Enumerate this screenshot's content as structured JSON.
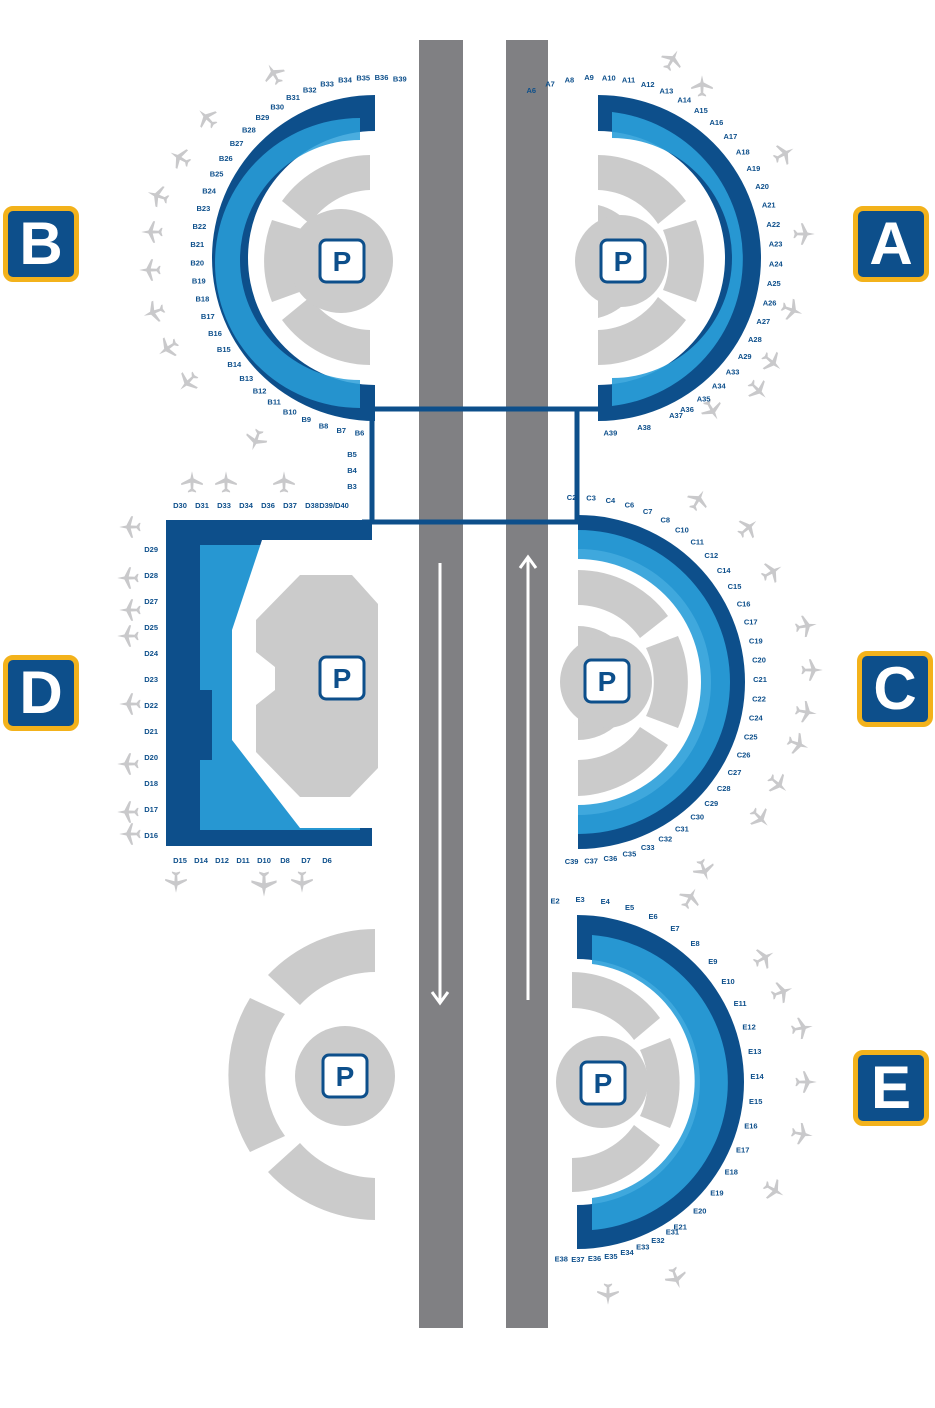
{
  "terminals": {
    "A": {
      "letter": "A",
      "color": "#0d4f8b",
      "gates": [
        "A6",
        "A7",
        "A8",
        "A9",
        "A10",
        "A11",
        "A12",
        "A13",
        "A14",
        "A15",
        "A16",
        "A17",
        "A18",
        "A19",
        "A20",
        "A21",
        "A22",
        "A23",
        "A24",
        "A25",
        "A26",
        "A27",
        "A28",
        "A29",
        "A33",
        "A34",
        "A35",
        "A36",
        "A37",
        "A38",
        "A39"
      ]
    },
    "B": {
      "letter": "B",
      "color": "#0d4f8b",
      "gates": [
        "B3",
        "B4",
        "B5",
        "B6",
        "B7",
        "B8",
        "B9",
        "B10",
        "B11",
        "B12",
        "B13",
        "B14",
        "B15",
        "B16",
        "B17",
        "B18",
        "B19",
        "B20",
        "B21",
        "B22",
        "B23",
        "B24",
        "B25",
        "B26",
        "B27",
        "B28",
        "B29",
        "B30",
        "B31",
        "B32",
        "B33",
        "B34",
        "B35",
        "B36",
        "B39"
      ]
    },
    "C": {
      "letter": "C",
      "color": "#0d4f8b",
      "gates": [
        "C2",
        "C3",
        "C4",
        "C6",
        "C7",
        "C8",
        "C10",
        "C11",
        "C12",
        "C14",
        "C15",
        "C16",
        "C17",
        "C19",
        "C20",
        "C21",
        "C22",
        "C24",
        "C25",
        "C26",
        "C27",
        "C28",
        "C29",
        "C30",
        "C31",
        "C32",
        "C33",
        "C35",
        "C36",
        "C37",
        "C39"
      ]
    },
    "D": {
      "letter": "D",
      "color": "#0d4f8b",
      "gates": [
        "D6",
        "D7",
        "D8",
        "D10",
        "D11",
        "D12",
        "D14",
        "D15",
        "D16",
        "D17",
        "D18",
        "D20",
        "D21",
        "D22",
        "D23",
        "D24",
        "D25",
        "D27",
        "D28",
        "D29",
        "D30",
        "D31",
        "D33",
        "D34",
        "D36",
        "D37",
        "D38",
        "D39/D40"
      ]
    },
    "E": {
      "letter": "E",
      "color": "#0d4f8b",
      "gates": [
        "E2",
        "E3",
        "E4",
        "E5",
        "E6",
        "E7",
        "E8",
        "E9",
        "E10",
        "E11",
        "E12",
        "E13",
        "E14",
        "E15",
        "E16",
        "E17",
        "E18",
        "E19",
        "E20",
        "E21",
        "E31",
        "E32",
        "E33",
        "E34",
        "E35",
        "E36",
        "E37",
        "E38"
      ]
    }
  },
  "parking_label": "P",
  "colors": {
    "terminal_dark": "#0d4f8b",
    "terminal_light": "#2a9fd9",
    "garage": "#cbcbcb",
    "road": "#808083",
    "badge_border": "#f3b21b",
    "aircraft": "#c9c9cb"
  }
}
